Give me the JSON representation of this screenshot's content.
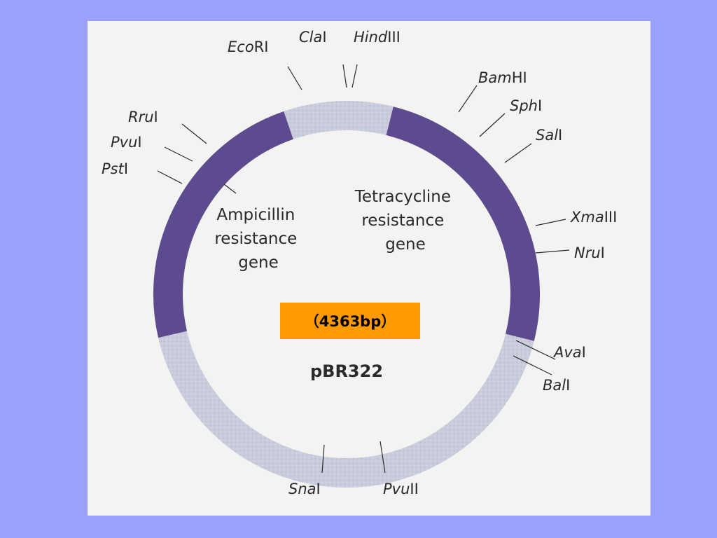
{
  "plasmid": {
    "name": "pBR322",
    "size": "（4363bp）"
  },
  "genes": [
    {
      "id": "amp",
      "lines": [
        "Ampicillin",
        "resistance",
        "gene"
      ]
    },
    {
      "id": "tet",
      "lines": [
        "Tetracycline",
        "resistance",
        "gene"
      ]
    }
  ],
  "sites": [
    {
      "id": "cla",
      "italic": "Cla",
      "roman": "I"
    },
    {
      "id": "hind",
      "italic": "Hind",
      "roman": "III"
    },
    {
      "id": "eco",
      "italic": "Eco",
      "roman": "RI"
    },
    {
      "id": "bam",
      "italic": "Bam",
      "roman": "HI"
    },
    {
      "id": "sph",
      "italic": "Sph",
      "roman": "I"
    },
    {
      "id": "sal",
      "italic": "Sal",
      "roman": "I"
    },
    {
      "id": "rru",
      "italic": "Rru",
      "roman": "I"
    },
    {
      "id": "pvu",
      "italic": "Pvu",
      "roman": "I"
    },
    {
      "id": "pst",
      "italic": "Pst",
      "roman": "I"
    },
    {
      "id": "xma",
      "italic": "Xma",
      "roman": "III"
    },
    {
      "id": "nru",
      "italic": "Nru",
      "roman": "I"
    },
    {
      "id": "ava",
      "italic": "Ava",
      "roman": "I"
    },
    {
      "id": "bal",
      "italic": "Bal",
      "roman": "I"
    },
    {
      "id": "sna",
      "italic": "Sna",
      "roman": "I"
    },
    {
      "id": "pvu2",
      "italic": "Pvu",
      "roman": "II"
    }
  ],
  "colors": {
    "background": "#9aa0fb",
    "panel": "#f3f3f1",
    "ring_light": "#c9ccdb",
    "ring_dark": "#5e4b8f",
    "size_box": "#ff9a00"
  }
}
